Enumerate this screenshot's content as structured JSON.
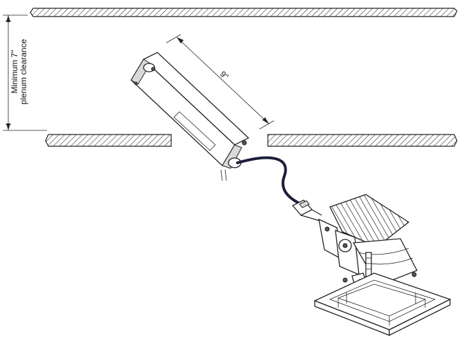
{
  "diagram": {
    "clearance_label_line1": "Minimum 7\"",
    "clearance_label_line2": "plenum clearance",
    "driver_length_label": "9\"",
    "colors": {
      "line": "#222222",
      "hatch": "#222222",
      "cable": "#1c1f3a",
      "background": "#ffffff"
    },
    "icons": {
      "ceiling": "hatched-slab",
      "driver": "driver-box",
      "fixture": "recessed-downlight"
    }
  }
}
